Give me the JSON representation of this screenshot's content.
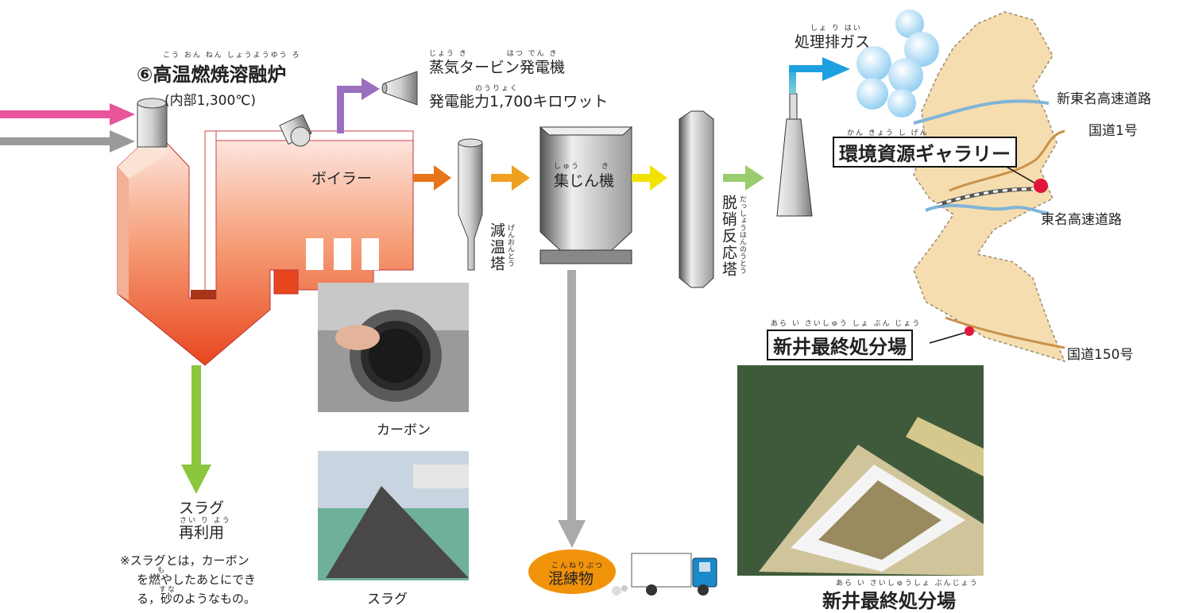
{
  "furnace": {
    "number": "⑥",
    "title": "高温燃焼溶融炉",
    "ruby": "こう おん ねん しょうようゆう ろ",
    "temp": "(内部1,300℃)"
  },
  "boiler": {
    "label": "ボイラー"
  },
  "turbine": {
    "title": "蒸気タービン発電機",
    "title_ruby": "じょう き　　　　 はつ でん き",
    "capacity": "発電能力1,700キロワット",
    "capacity_ruby": "のうりょく"
  },
  "cooling_tower": {
    "label": "減温塔",
    "ruby": "げんおんとう"
  },
  "dust_collector": {
    "label": "集じん機",
    "ruby": "しゅう　　 き"
  },
  "denitration": {
    "label": "脱硝反応塔",
    "ruby": "だっしょうはんのうとう"
  },
  "exhaust": {
    "label": "処理排ガス",
    "ruby": "しょ り はい"
  },
  "carbon": {
    "caption": "カーボン"
  },
  "slag_photo": {
    "caption": "スラグ"
  },
  "slag_reuse": {
    "line1": "スラグ",
    "line2": "再利用",
    "ruby": "さい り よう",
    "note1": "※スラグとは，カーボン",
    "note2": "を燃やしたあとにでき",
    "note3": "る，砂のようなもの。",
    "note_ruby1": "も",
    "note_ruby2": "すな"
  },
  "mixture": {
    "label": "混練物",
    "ruby": "こんねりぶつ"
  },
  "map": {
    "new_tomei": "新東名高速道路",
    "route1": "国道1号",
    "gallery": "環境資源ギャラリー",
    "gallery_ruby": "かん きょう し げん",
    "tomei": "東名高速道路",
    "landfill": "新井最終処分場",
    "landfill_ruby": "あら い さいしゅう しょ ぶん じょう",
    "route150": "国道150号"
  },
  "landfill_photo": {
    "caption": "新井最終処分場",
    "ruby": "あら い さいしゅうしょ ぶんじょう"
  },
  "colors": {
    "pink_arrow": "#e8559a",
    "gray_arrow": "#9a9a9a",
    "purple_arrow": "#9b6fc0",
    "orange_arrow": "#e8741c",
    "amber_arrow": "#f0a020",
    "yellow_arrow": "#f2e200",
    "green_arrow": "#9acd6e",
    "slag_arrow": "#8cc63f",
    "cyan_arrow": "#1ea0e0",
    "map_fill": "#f5ddb0",
    "road_blue": "#7fb4d8",
    "road_brown": "#c9924a",
    "mixture_fill": "#f0920a",
    "marker_red": "#e0143c"
  }
}
